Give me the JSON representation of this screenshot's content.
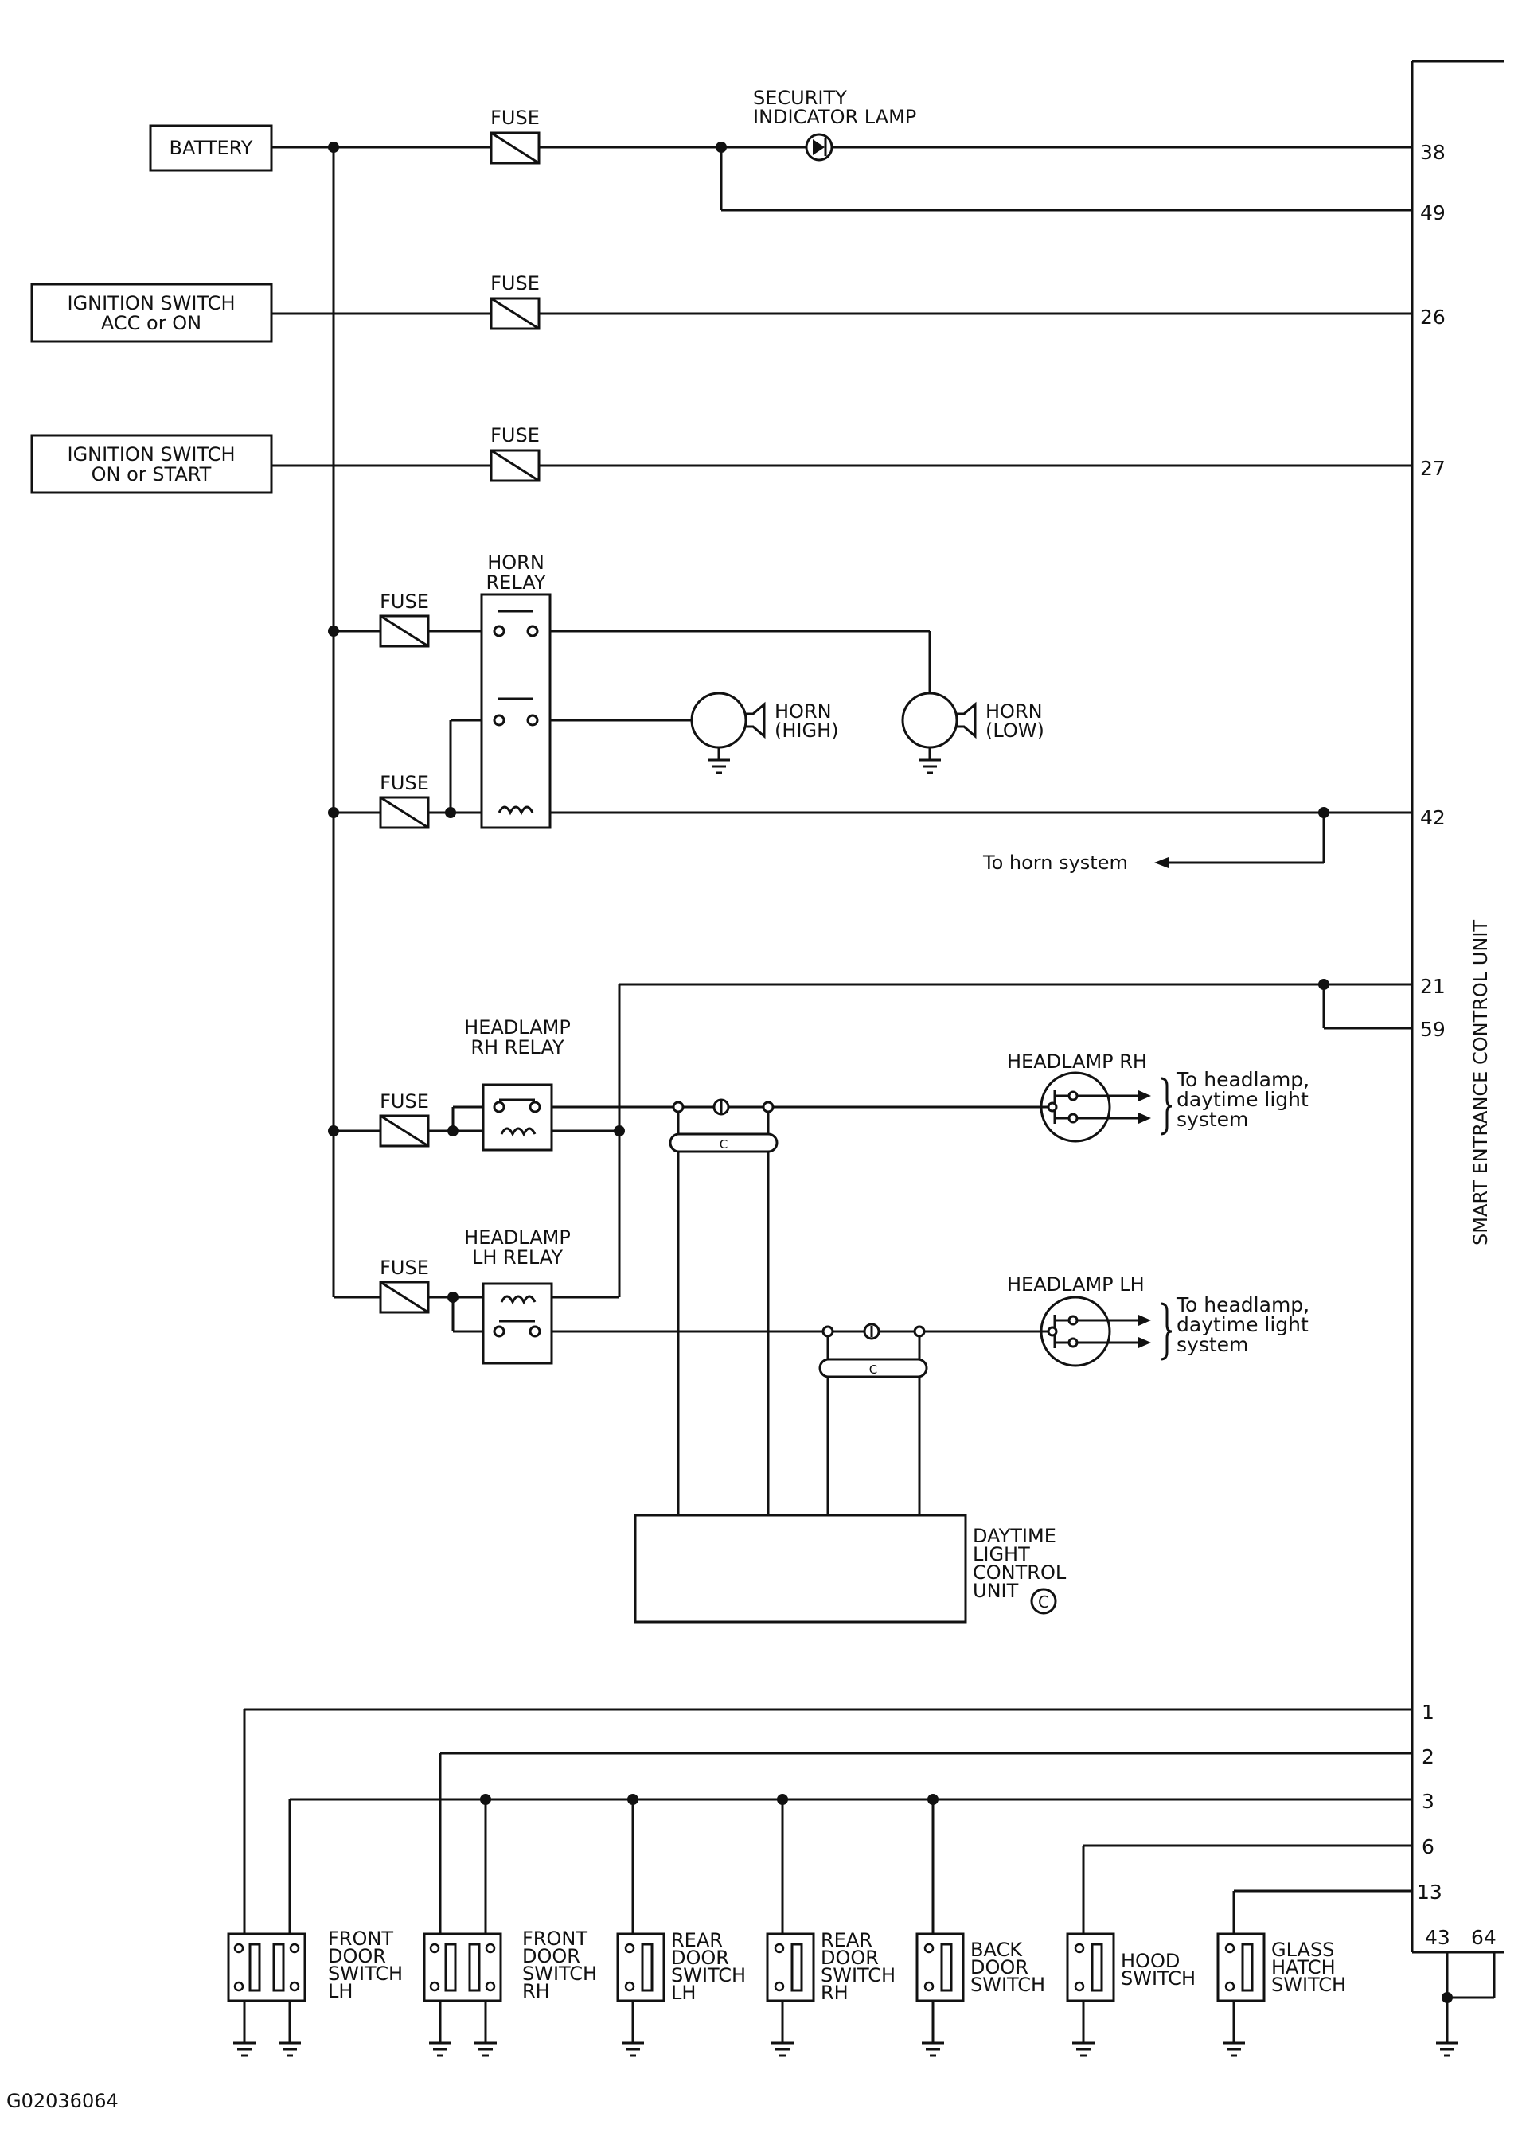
{
  "figure_id": "G02036064",
  "control_unit": "SMART ENTRANCE CONTROL UNIT",
  "sources": {
    "battery": "BATTERY",
    "ign_acc_1": "IGNITION SWITCH",
    "ign_acc_2": "ACC or ON",
    "ign_on_1": "IGNITION SWITCH",
    "ign_on_2": "ON or START"
  },
  "fuse": "FUSE",
  "security_lamp": [
    "SECURITY",
    "INDICATOR LAMP"
  ],
  "horn_relay": [
    "HORN",
    "RELAY"
  ],
  "horn_high": [
    "HORN",
    "(HIGH)"
  ],
  "horn_low": [
    "HORN",
    "(LOW)"
  ],
  "to_horn": "To horn system",
  "hl_rh_relay": [
    "HEADLAMP",
    "RH RELAY"
  ],
  "hl_lh_relay": [
    "HEADLAMP",
    "LH RELAY"
  ],
  "headlamp_rh": "HEADLAMP RH",
  "headlamp_lh": "HEADLAMP LH",
  "to_headlamp": [
    "To headlamp,",
    "daytime light",
    "system"
  ],
  "drl_unit": [
    "DAYTIME",
    "LIGHT",
    "CONTROL",
    "UNIT"
  ],
  "drl_mark": "C",
  "switches": {
    "front_lh": [
      "FRONT",
      "DOOR",
      "SWITCH",
      "LH"
    ],
    "front_rh": [
      "FRONT",
      "DOOR",
      "SWITCH",
      "RH"
    ],
    "rear_lh": [
      "REAR",
      "DOOR",
      "SWITCH",
      "LH"
    ],
    "rear_rh": [
      "REAR",
      "DOOR",
      "SWITCH",
      "RH"
    ],
    "back": [
      "BACK",
      "DOOR",
      "SWITCH"
    ],
    "hood": [
      "HOOD",
      "SWITCH"
    ],
    "glass": [
      "GLASS",
      "HATCH",
      "SWITCH"
    ]
  },
  "pins": [
    "38",
    "49",
    "26",
    "27",
    "42",
    "21",
    "59",
    "1",
    "2",
    "3",
    "6",
    "13",
    "43",
    "64"
  ]
}
